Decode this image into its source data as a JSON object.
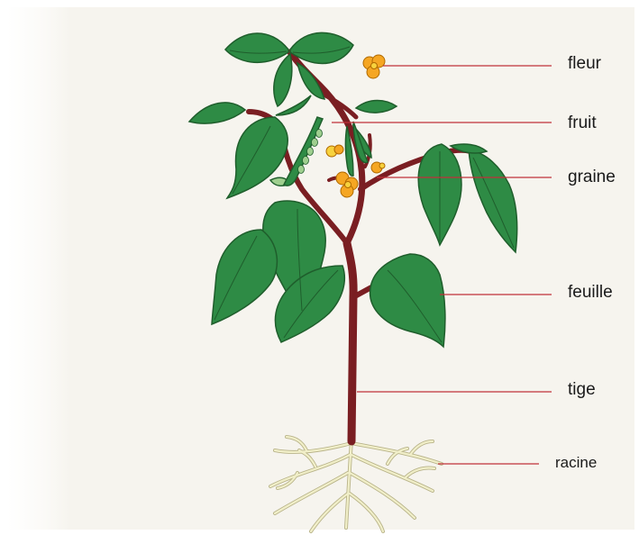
{
  "labels": {
    "fleur": "fleur",
    "fruit": "fruit",
    "graine": "graine",
    "feuille": "feuille",
    "tige": "tige",
    "racine": "racine"
  },
  "colors": {
    "leaf": "#2e8b45",
    "leaf_dark": "#1f5e2c",
    "stem": "#7a1e22",
    "flower": "#f5a623",
    "flower_center": "#f7d23e",
    "root": "#f1efc9",
    "root_outline": "#b9b48a",
    "leader_line": "#c0303a",
    "background": "#f6f4ee"
  }
}
